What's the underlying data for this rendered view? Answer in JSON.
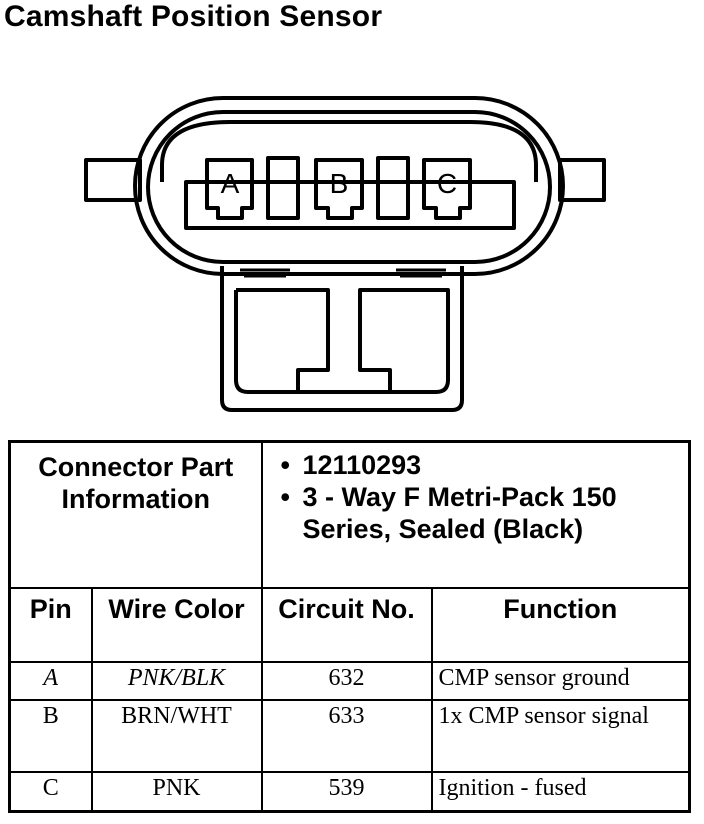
{
  "title": "Camshaft Position Sensor",
  "connector": {
    "terminals": [
      "A",
      "B",
      "C"
    ]
  },
  "table": {
    "part_info_label": "Connector Part Information",
    "part_info_items": [
      "12110293",
      "3 - Way F Metri-Pack 150 Series, Sealed (Black)"
    ],
    "columns": [
      "Pin",
      "Wire Color",
      "Circuit No.",
      "Function"
    ],
    "rows": [
      {
        "pin": "A",
        "wire_color": "PNK/BLK",
        "circuit": "632",
        "function": "CMP sensor ground"
      },
      {
        "pin": "B",
        "wire_color": "BRN/WHT",
        "circuit": "633",
        "function": "1x CMP sensor signal"
      },
      {
        "pin": "C",
        "wire_color": "PNK",
        "circuit": "539",
        "function": "Ignition - fused"
      }
    ]
  }
}
